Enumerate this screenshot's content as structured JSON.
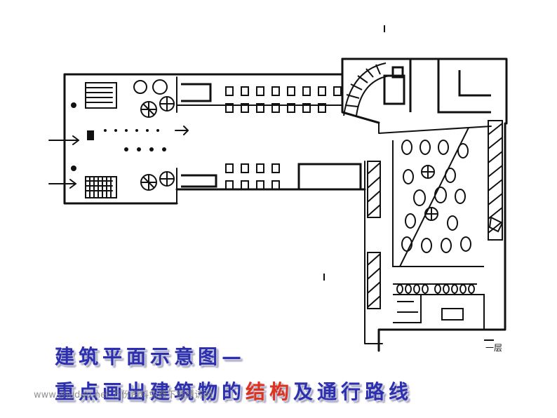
{
  "caption": {
    "line1": "建筑平面示意图—",
    "line2_before": "重点画出建筑物的",
    "line2_highlight": "结构",
    "line2_after": "及通行路线"
  },
  "watermark": "www.zhudou.net 万份资料免费下载请访问",
  "plan_label": "一层",
  "colors": {
    "ink": "#111111",
    "caption_blue": "#2b2fb0",
    "caption_highlight": "#e0301e"
  }
}
